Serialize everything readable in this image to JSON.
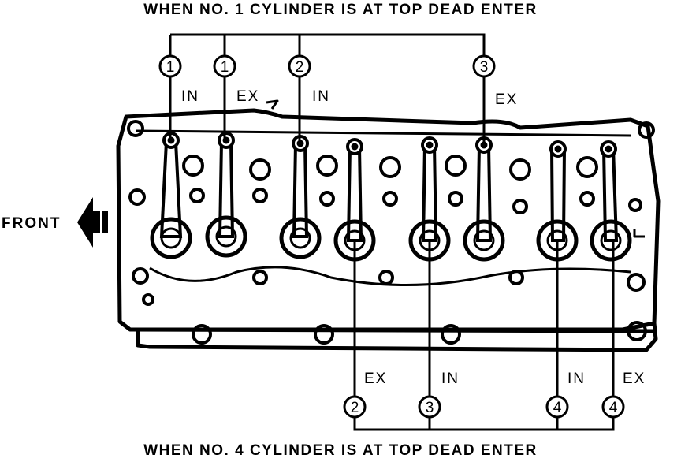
{
  "top_title": "WHEN NO. 1 CYLINDER IS AT TOP DEAD ENTER",
  "bottom_title": "WHEN NO. 4 CYLINDER IS AT TOP DEAD ENTER",
  "front_label": "FRONT",
  "top_callouts": [
    {
      "number": "1",
      "valve": "IN"
    },
    {
      "number": "1",
      "valve": "EX"
    },
    {
      "number": "2",
      "valve": "IN"
    },
    {
      "number": "3",
      "valve": "EX"
    }
  ],
  "bottom_callouts": [
    {
      "number": "2",
      "valve": "EX"
    },
    {
      "number": "3",
      "valve": "IN"
    },
    {
      "number": "4",
      "valve": "IN"
    },
    {
      "number": "4",
      "valve": "EX"
    }
  ]
}
